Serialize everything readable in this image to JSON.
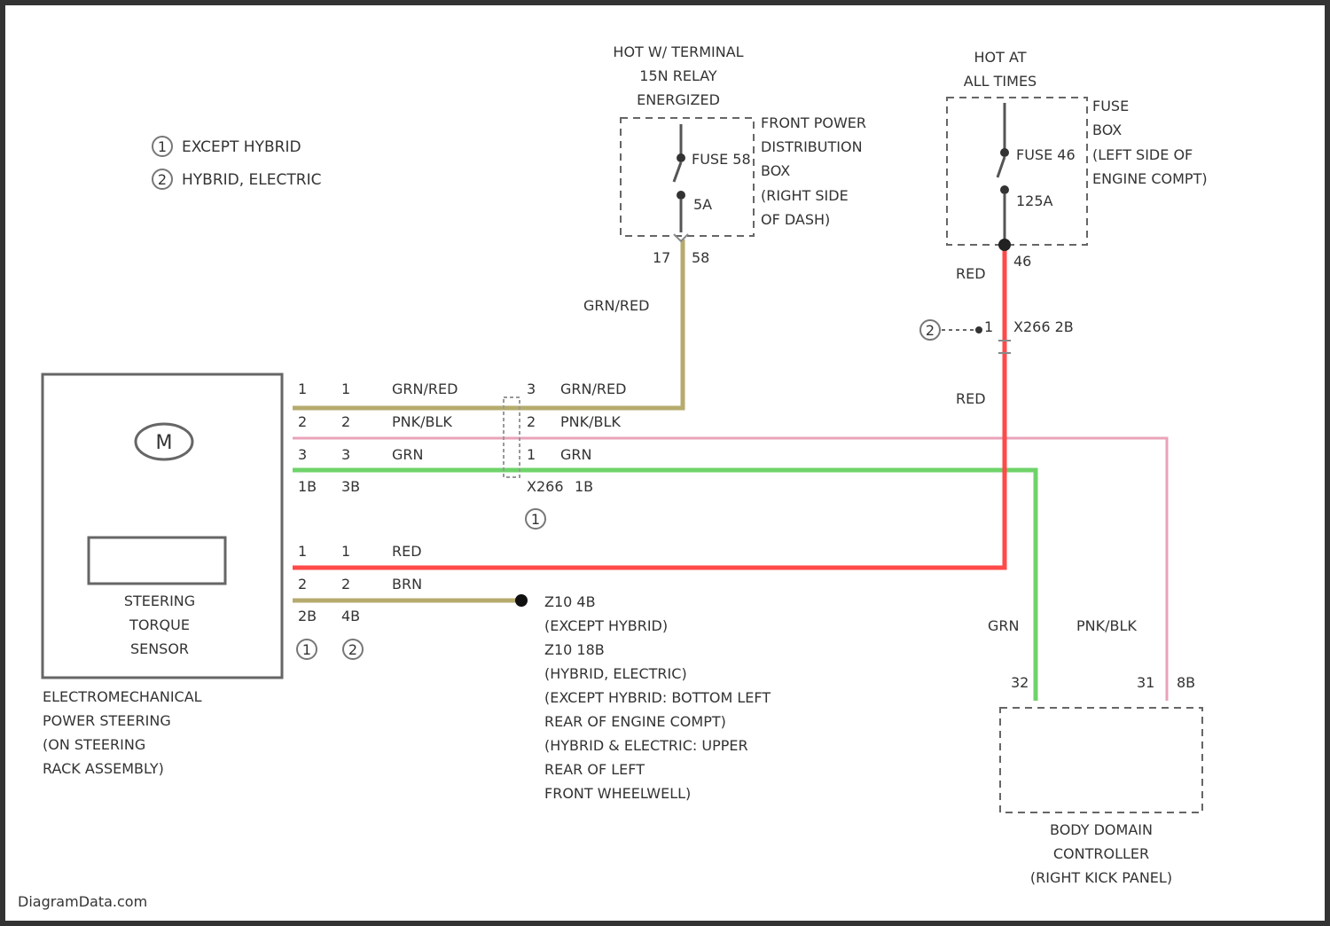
{
  "legend": {
    "items": [
      {
        "marker": "1",
        "label": "EXCEPT HYBRID"
      },
      {
        "marker": "2",
        "label": "HYBRID, ELECTRIC"
      }
    ]
  },
  "fuse_box_front": {
    "header": [
      "HOT W/ TERMINAL",
      "15N RELAY",
      "ENERGIZED"
    ],
    "description": [
      "FRONT POWER",
      "DISTRIBUTION",
      "BOX",
      "(RIGHT SIDE",
      "OF DASH)"
    ],
    "fuse_label": "FUSE 58",
    "fuse_rating": "5A",
    "connector": "17",
    "connector_pin": "58"
  },
  "fuse_box_engine": {
    "header": [
      "HOT AT",
      "ALL TIMES"
    ],
    "description": [
      "FUSE",
      "BOX",
      "(LEFT SIDE OF",
      "ENGINE COMPT)"
    ],
    "fuse_label": "FUSE 46",
    "fuse_rating": "125A",
    "connector_pin": "46"
  },
  "wires": {
    "grn_red": "GRN/RED",
    "pnk_blk": "PNK/BLK",
    "grn": "GRN",
    "red": "RED",
    "brn": "BRN"
  },
  "eps_module": {
    "motor_symbol": "M",
    "sensor_label": [
      "STEERING",
      "TORQUE",
      "SENSOR"
    ],
    "description": [
      "ELECTROMECHANICAL",
      "POWER STEERING",
      "(ON STEERING",
      "RACK ASSEMBLY)"
    ],
    "pins_a": [
      "1",
      "2",
      "3",
      "1B"
    ],
    "pins_b": [
      "1",
      "2",
      "3",
      "3B"
    ],
    "power_pins_a": [
      "1",
      "2",
      "2B"
    ],
    "power_pins_b": [
      "1",
      "2",
      "4B"
    ],
    "bottom_markers": [
      "1",
      "2"
    ]
  },
  "inline_connector": {
    "pins": [
      "3",
      "2",
      "1"
    ],
    "label": "X266",
    "label_pin": "1B",
    "marker": "1"
  },
  "splice": {
    "marker": "2",
    "pin": "1",
    "label": "X266 2B"
  },
  "ground": {
    "lines": [
      "Z10 4B",
      "(EXCEPT HYBRID)",
      "Z10 18B",
      "(HYBRID, ELECTRIC)",
      "(EXCEPT HYBRID: BOTTOM LEFT",
      "REAR OF ENGINE COMPT)",
      "(HYBRID & ELECTRIC: UPPER",
      "REAR OF LEFT",
      "FRONT WHEELWELL)"
    ]
  },
  "bdc": {
    "pin_grn": "32",
    "pin_pnk_a": "31",
    "pin_pnk_b": "8B",
    "label": [
      "BODY DOMAIN",
      "CONTROLLER",
      "(RIGHT KICK PANEL)"
    ]
  },
  "watermark": "DiagramData.com",
  "colors": {
    "grn_red": "#b5ab6e",
    "pnk_blk": "#e8a3b8",
    "grn": "#6fd36a",
    "red": "#ff4a4a",
    "brn": "#b5ab6e",
    "frame": "#333333"
  }
}
